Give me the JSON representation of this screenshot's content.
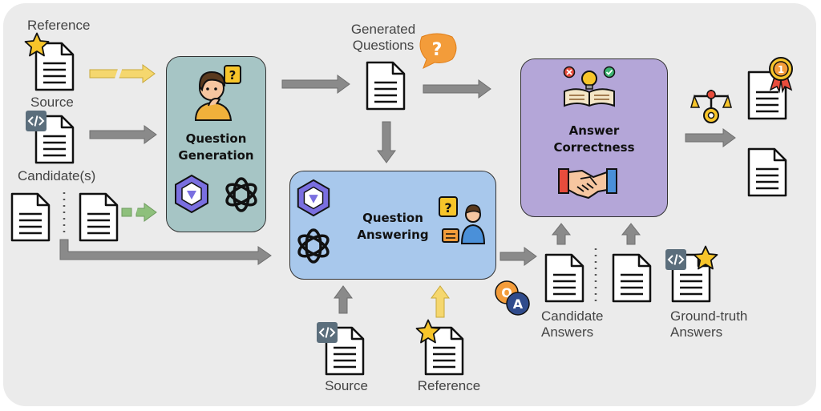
{
  "labels": {
    "reference_top": "Reference",
    "source_top": "Source",
    "candidates_left": "Candidate(s)",
    "generated_questions": [
      "Generated",
      "Questions"
    ],
    "source_bottom": "Source",
    "reference_bottom": "Reference",
    "candidate_answers": [
      "Candidate",
      "Answers"
    ],
    "ground_truth_answers": [
      "Ground-truth",
      "Answers"
    ]
  },
  "boxes": {
    "question_generation": {
      "title": [
        "Question",
        "Generation"
      ],
      "color": "#a6c5c5"
    },
    "question_answering": {
      "title": [
        "Question",
        "Answering"
      ],
      "color": "#a8c8ec"
    },
    "answer_correctness": {
      "title": [
        "Answer",
        "Correctness"
      ],
      "color": "#b4a6d8"
    }
  },
  "colors": {
    "background": "#ebebeb",
    "arrow_gray": "#8a8a8a",
    "arrow_yellow": "#f5d76e",
    "arrow_green": "#8ec07c",
    "star": "#f7c52a",
    "code_badge": "#5b6e7c"
  },
  "icons": [
    "star-icon",
    "code-icon",
    "question-bubble-icon",
    "thinking-person-icon",
    "qwen-logo-icon",
    "openai-logo-icon",
    "presenter-icon",
    "book-bulb-icon",
    "handshake-icon",
    "qa-icon",
    "scales-icon",
    "medal-icon"
  ]
}
